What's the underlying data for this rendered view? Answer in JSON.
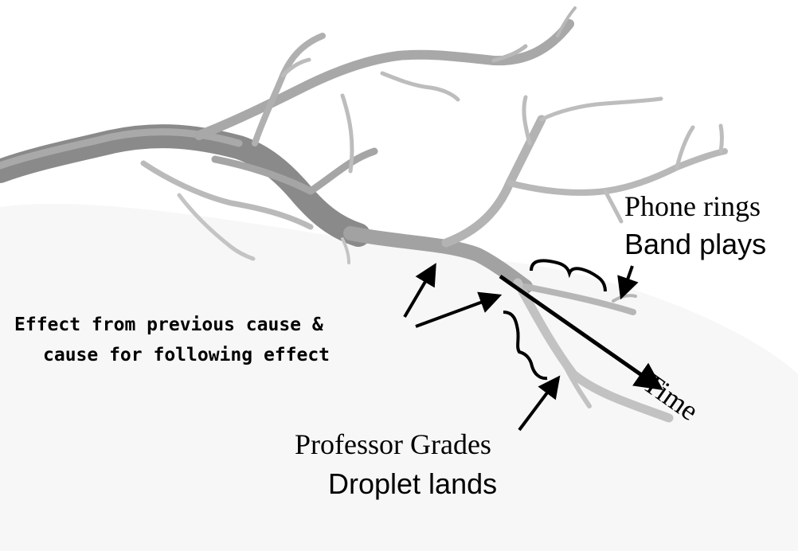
{
  "labels": {
    "phone_rings": "Phone rings",
    "band_plays": "Band plays",
    "effect_line1": "Effect from previous cause &",
    "effect_line2": "cause for following effect",
    "professor_grades": "Professor Grades",
    "droplet_lands": "Droplet lands",
    "time": "Time"
  },
  "colors": {
    "branch_dark": "#8d8d8d",
    "branch_mid": "#b4b4b4",
    "branch_light": "#d2d2d2",
    "ink": "#000000"
  }
}
